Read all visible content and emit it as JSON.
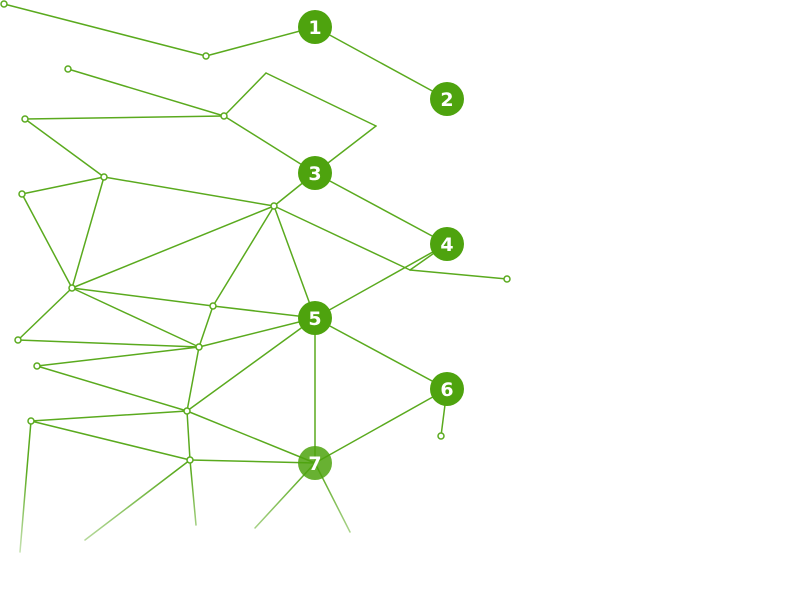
{
  "colors": {
    "line": "#5aaa1e",
    "hub_fill": "#4ea30e",
    "hub_text": "#ffffff",
    "background": "#ffffff"
  },
  "hubs": [
    {
      "label": "1"
    },
    {
      "label": "2"
    },
    {
      "label": "3"
    },
    {
      "label": "4"
    },
    {
      "label": "5"
    },
    {
      "label": "6"
    },
    {
      "label": "7"
    }
  ]
}
